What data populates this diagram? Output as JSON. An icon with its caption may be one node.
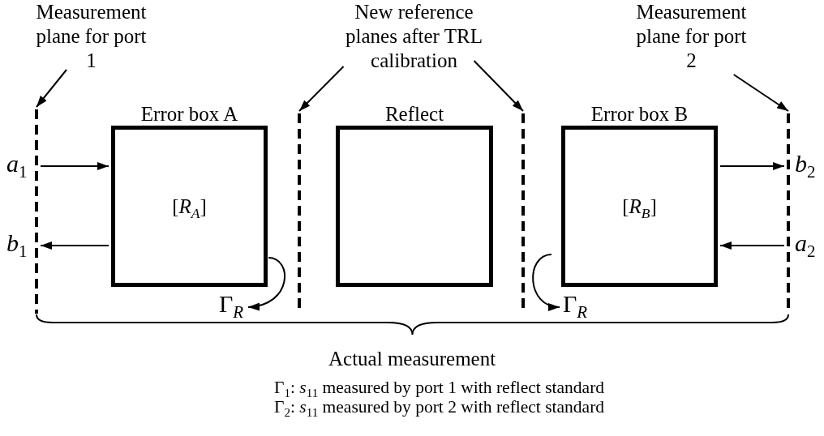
{
  "diagram": {
    "nodes": [
      {
        "text": [
          "Measurement plane for port 1"
        ]
      },
      {
        "text": [
          "New reference planes after TRL calibration"
        ]
      },
      {
        "text": [
          "Measurement plane for port 2"
        ]
      },
      {
        "text": [],
        "shape": "line"
      },
      {
        "text": [
          "Error box A",
          "[*R*$_{A}$]"
        ]
      },
      {
        "text": [],
        "shape": "line"
      },
      {
        "text": [
          "Reflect"
        ]
      },
      {
        "text": [],
        "shape": "line"
      },
      {
        "text": [
          "Error box B",
          "[*R*$_{B}$]"
        ]
      },
      {
        "text": [],
        "shape": "line"
      },
      {
        "text": [
          "Γ$_{R}$"
        ]
      },
      {
        "text": [
          "Γ$_{R}$"
        ]
      }
    ],
    "edges": [
      {
        "from": 0,
        "to": 3,
        "arrow": "to"
      },
      {
        "from": 1,
        "to": 5,
        "arrow": "to"
      },
      {
        "from": 1,
        "to": 7,
        "arrow": "to"
      },
      {
        "from": 2,
        "to": 9,
        "arrow": "to"
      },
      {
        "from": 3,
        "to": 4,
        "arrow": "to"
      },
      {
        "from": 4,
        "to": 3,
        "arrow": "to"
      },
      {
        "from": 8,
        "to": 9,
        "arrow": "to"
      },
      {
        "from": 9,
        "to": 8,
        "arrow": "to"
      },
      {
        "from": 4,
        "to": 10,
        "arrow": "to"
      },
      {
        "from": 8,
        "to": 11,
        "arrow": "to"
      }
    ],
    "labels": [
      "*a*$_{1}$",
      "*b*$_{1}$",
      "*b*$_{2}$",
      "*a*$_{2}$",
      "Actual measurement",
      "Γ$_{1}$: *s*$_{11}$ measured by port 1 with reflect standard",
      "Γ$_{2}$: *s*$_{11}$ measured by port 2 with reflect standard"
    ]
  }
}
